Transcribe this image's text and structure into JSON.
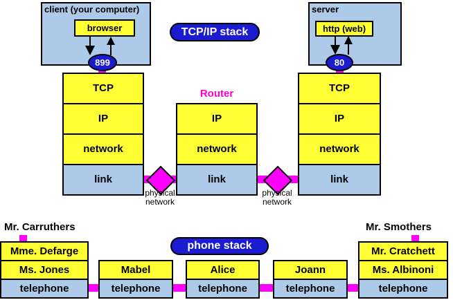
{
  "colors": {
    "yellow": "#FFFF33",
    "light_blue": "#ADCBE9",
    "blue": "#1B1BCF",
    "magenta": "#FF00FF",
    "router_magenta": "#FF00CC"
  },
  "tcpip": {
    "pill": "TCP/IP stack",
    "client": {
      "title": "client (your computer)",
      "app": "browser",
      "port": "899"
    },
    "server": {
      "title": "server",
      "app": "http (web)",
      "port": "80"
    },
    "router_label": "Router",
    "client_stack": [
      "TCP",
      "IP",
      "network",
      "link"
    ],
    "router_stack": [
      "IP",
      "network",
      "link"
    ],
    "server_stack": [
      "TCP",
      "IP",
      "network",
      "link"
    ],
    "physical_network": {
      "line1": "physical",
      "line2": "network"
    }
  },
  "phone": {
    "pill": "phone stack",
    "left_person": "Mr. Carruthers",
    "right_person": "Mr. Smothers",
    "left_stack": [
      "Mme. Defarge",
      "Ms. Jones",
      "telephone"
    ],
    "mid_stacks": [
      {
        "name": "Mabel",
        "device": "telephone"
      },
      {
        "name": "Alice",
        "device": "telephone"
      },
      {
        "name": "Joann",
        "device": "telephone"
      }
    ],
    "right_stack": [
      "Mr. Cratchett",
      "Ms. Albinoni",
      "telephone"
    ]
  }
}
